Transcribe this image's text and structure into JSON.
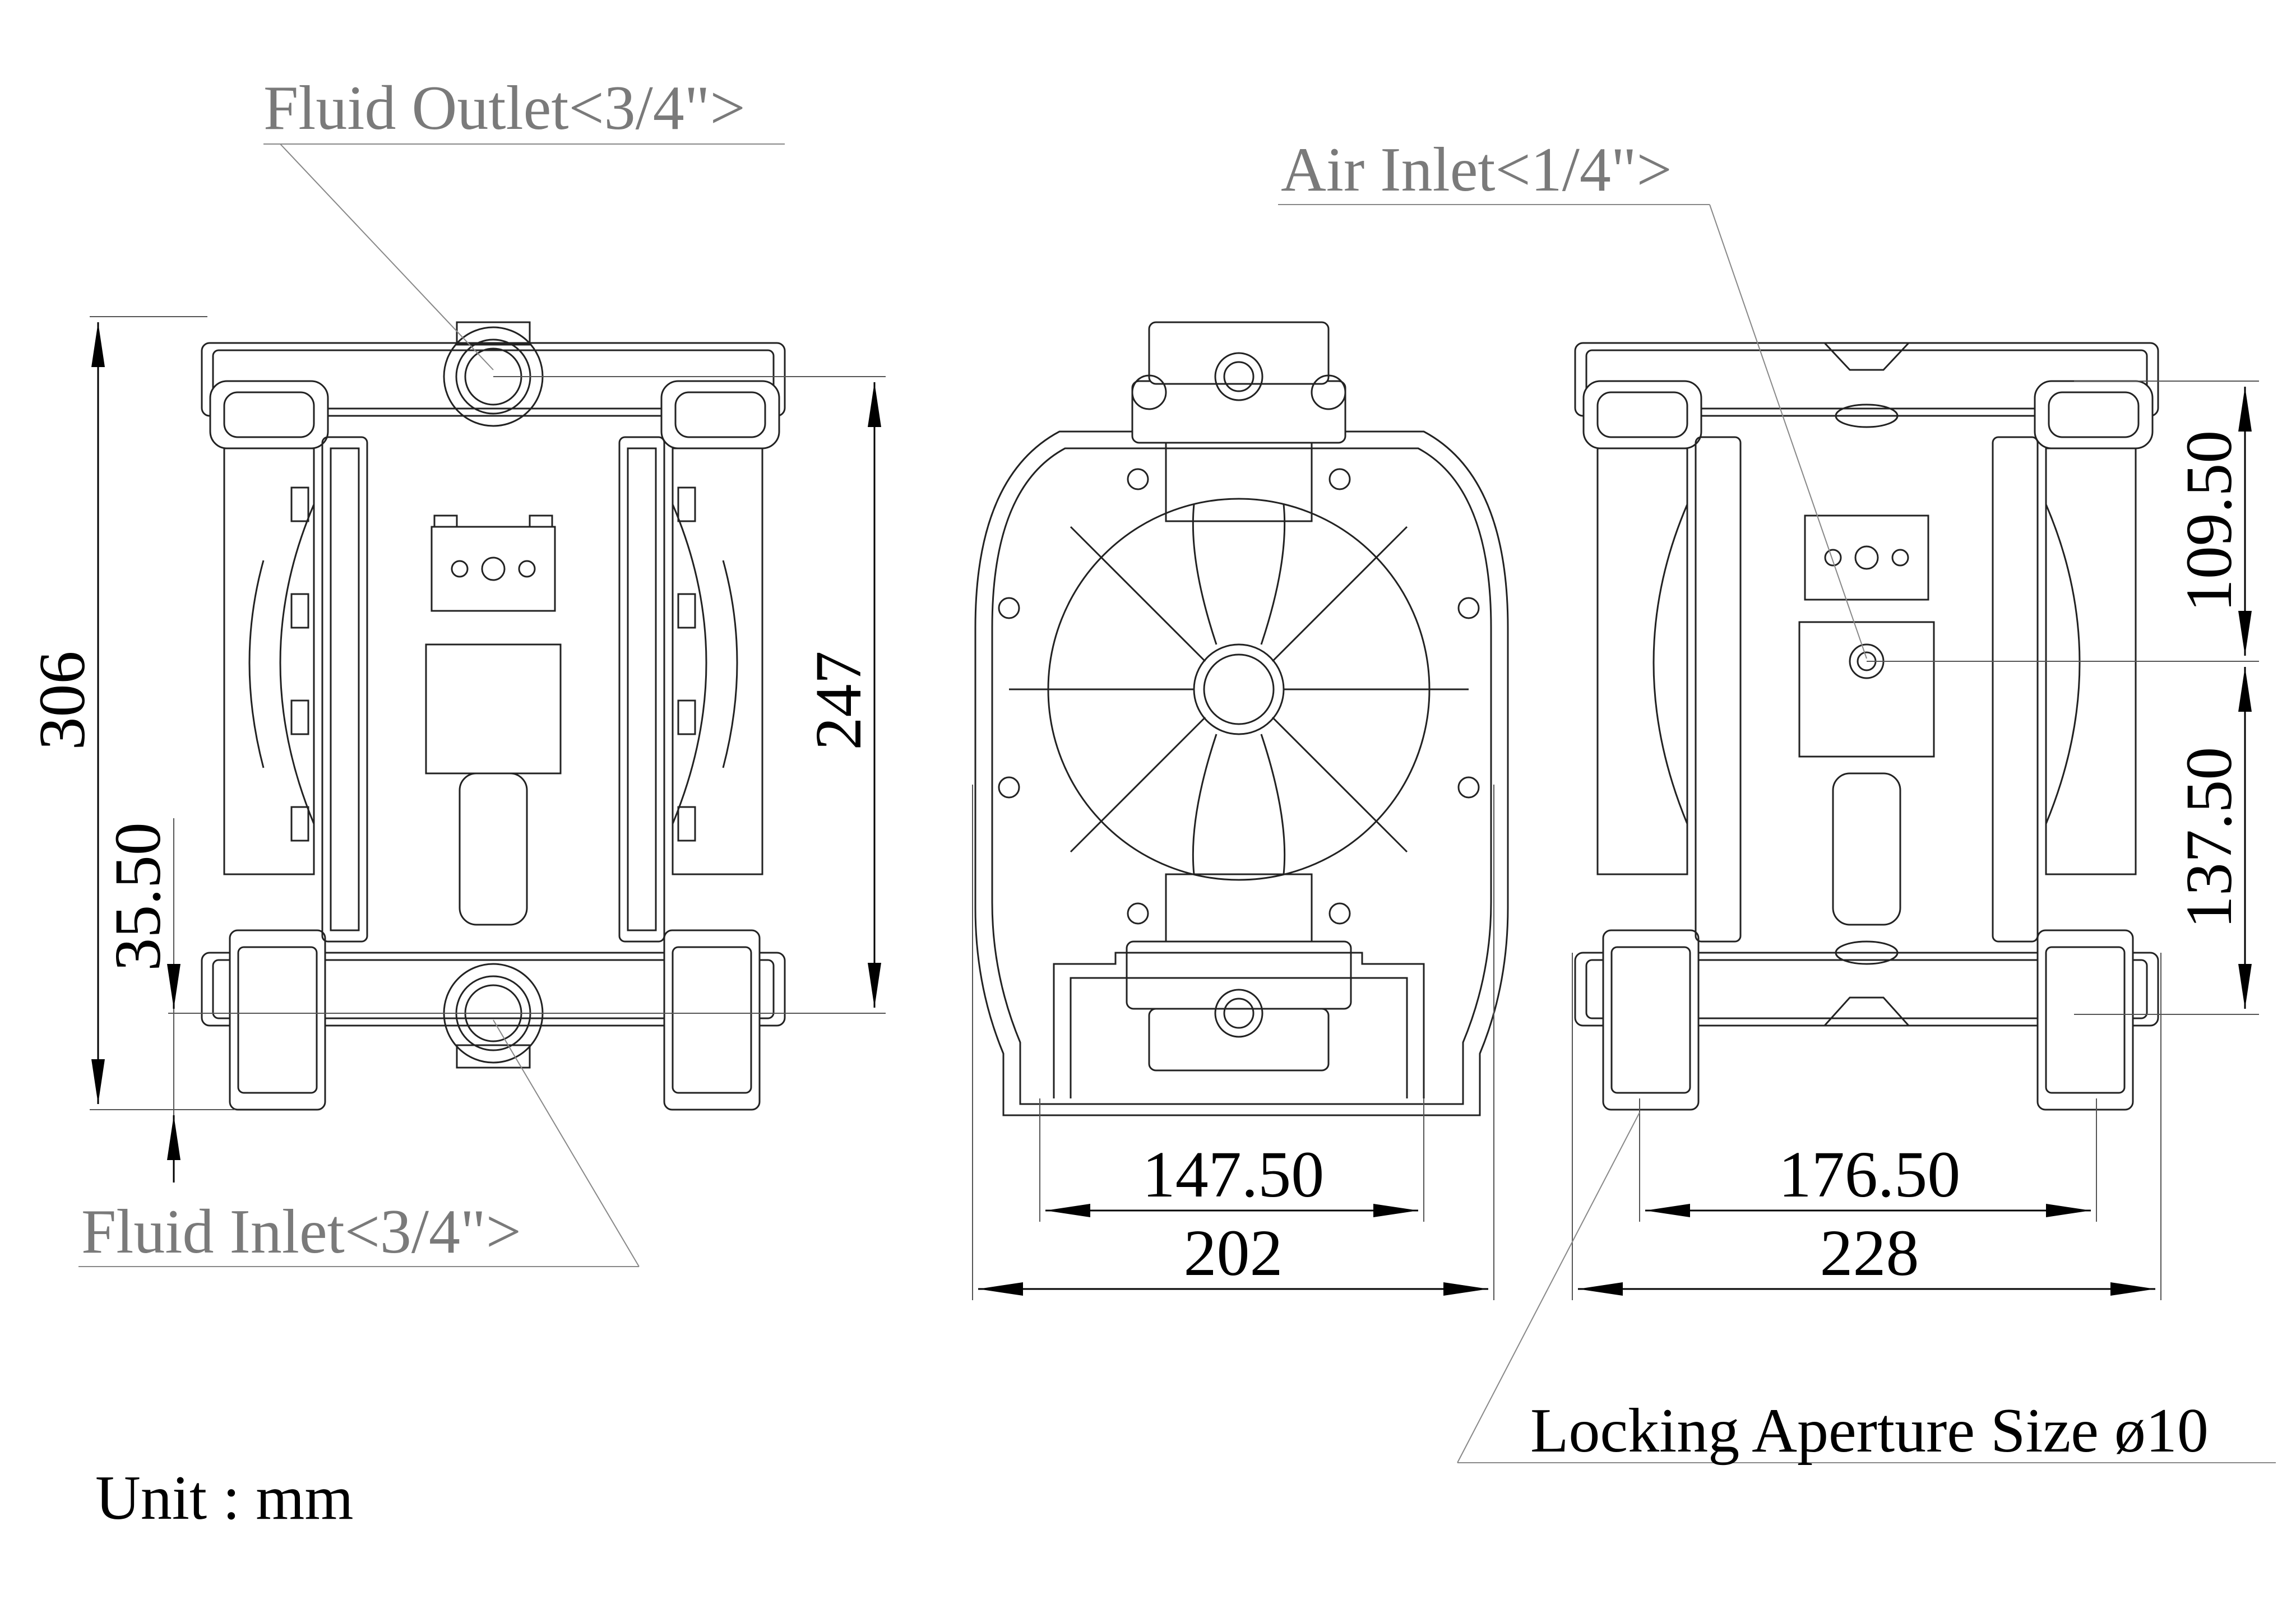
{
  "labels": {
    "fluid_outlet": "Fluid Outlet<3/4\">",
    "fluid_inlet": "Fluid  Inlet<3/4\">",
    "air_inlet": "Air Inlet<1/4\">",
    "locking_aperture": "Locking Aperture Size ø10",
    "unit": "Unit : mm"
  },
  "dimensions": {
    "total_height": "306",
    "port_spacing": "247",
    "inlet_height": "35.50",
    "foot_spacing_front": "147.50",
    "width_front": "202",
    "foot_spacing_side": "176.50",
    "width_side": "228",
    "air_to_outlet": "109.50",
    "air_to_inlet": "137.50"
  },
  "colors": {
    "line": "#222222",
    "callout_text": "#7a7a7a",
    "dimension_text": "#000000"
  }
}
